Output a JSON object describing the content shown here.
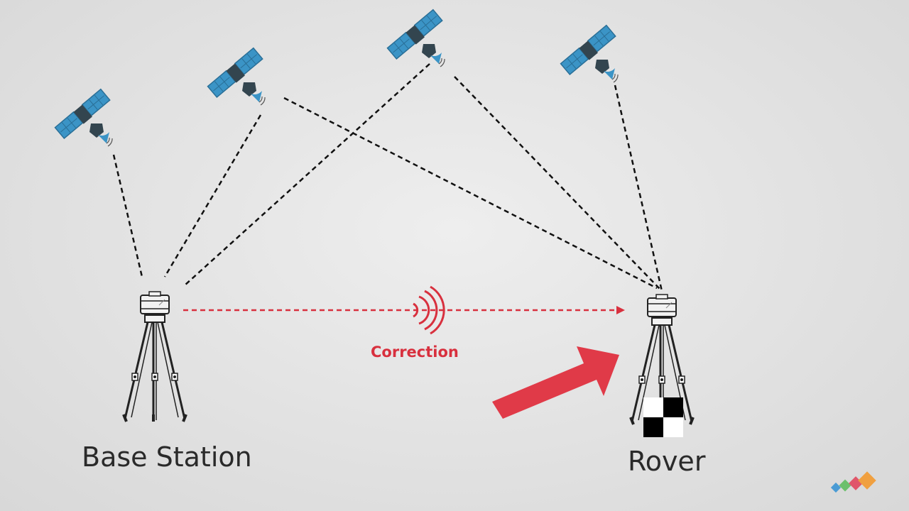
{
  "labels": {
    "base_station": "Base Station",
    "rover": "Rover",
    "correction": "Correction"
  },
  "colors": {
    "signal_line": "#111111",
    "correction": "#d8303e",
    "arrow": "#e03a48",
    "solar_panel": "#3b94c6",
    "satellite_body": "#33454f",
    "tripod": "#222222"
  },
  "icons": [
    "satellite-icon",
    "gnss-receiver-icon",
    "tripod-icon",
    "radio-waves-icon",
    "target-marker-icon",
    "logo-icon"
  ]
}
